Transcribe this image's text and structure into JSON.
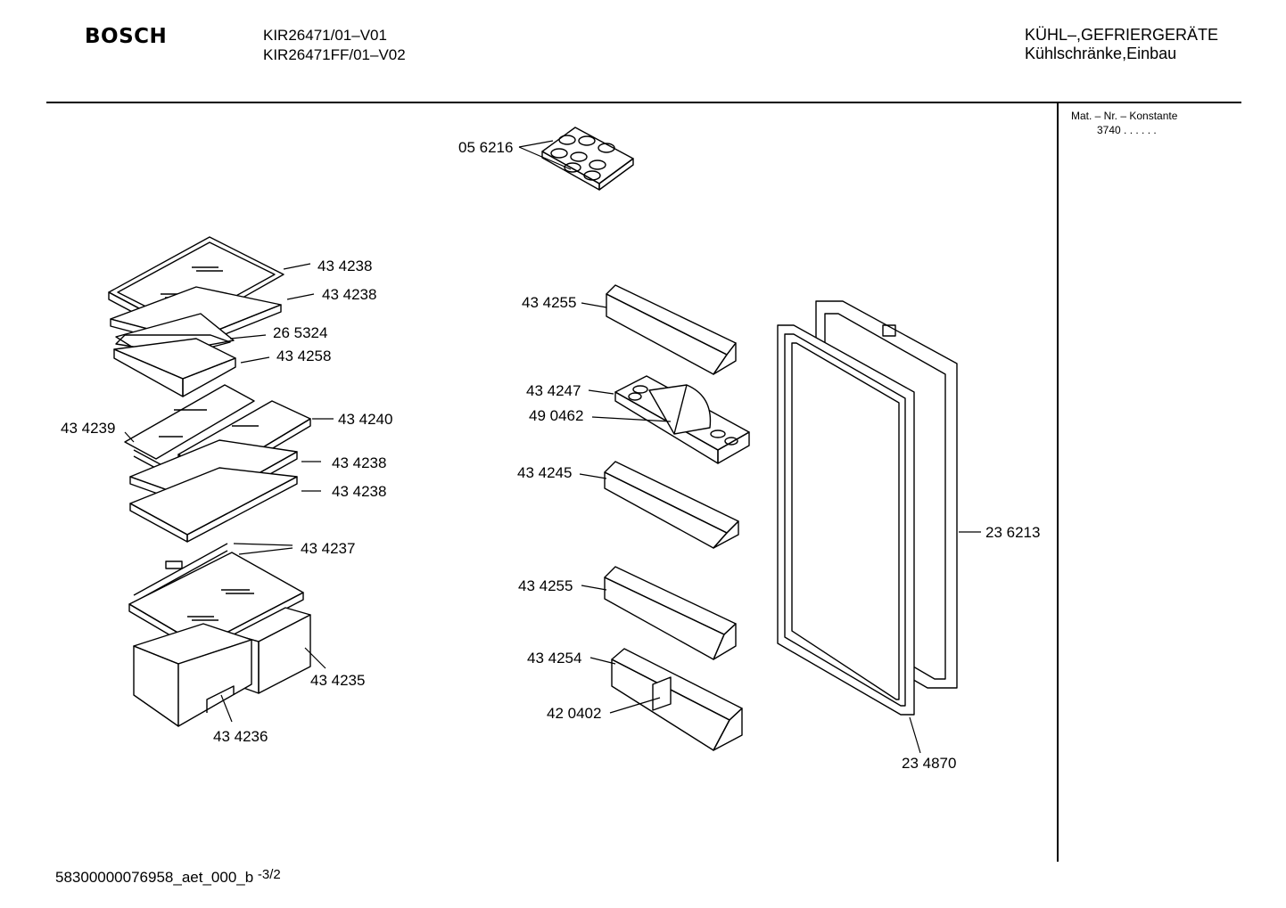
{
  "header": {
    "brand": "BOSCH",
    "models": [
      "KIR26471/01–V01",
      "KIR26471FF/01–V02"
    ],
    "category": "KÜHL–,GEFRIERGERÄTE",
    "subcategory": "Kühlschränke,Einbau"
  },
  "sidebar": {
    "mat_label": "Mat. – Nr. – Konstante",
    "mat_value": "3740 . .  . . . ."
  },
  "parts": [
    "05 6216",
    "43 4238",
    "43 4238",
    "26 5324",
    "43 4258",
    "43 4240",
    "43 4239",
    "43 4238",
    "43 4238",
    "43 4237",
    "43 4235",
    "43 4236",
    "43 4255",
    "43 4247",
    "49 0462",
    "43 4245",
    "43 4255",
    "43 4254",
    "42 0402",
    "23 6213",
    "23 4870"
  ],
  "footer": {
    "doc_id": "58300000076958_aet_000_b",
    "page": "-3/2"
  }
}
